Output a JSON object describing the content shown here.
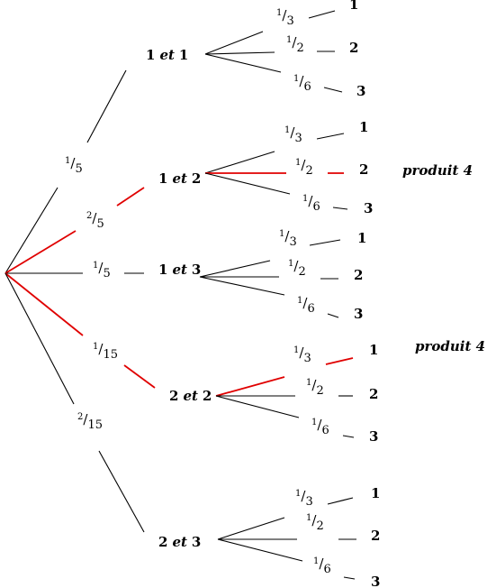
{
  "colors": {
    "line": "#000000",
    "highlight": "#e00000"
  },
  "level1": [
    {
      "prob": {
        "num": "1",
        "den": "5"
      },
      "label": {
        "a": "1",
        "conj": "et",
        "b": "1"
      },
      "highlight": false
    },
    {
      "prob": {
        "num": "2",
        "den": "5"
      },
      "label": {
        "a": "1",
        "conj": "et",
        "b": "2"
      },
      "highlight": true
    },
    {
      "prob": {
        "num": "1",
        "den": "5"
      },
      "label": {
        "a": "1",
        "conj": "et",
        "b": "3"
      },
      "highlight": false
    },
    {
      "prob": {
        "num": "1",
        "den": "15"
      },
      "label": {
        "a": "2",
        "conj": "et",
        "b": "2"
      },
      "highlight": true
    },
    {
      "prob": {
        "num": "2",
        "den": "15"
      },
      "label": {
        "a": "2",
        "conj": "et",
        "b": "3"
      },
      "highlight": false
    }
  ],
  "level2": [
    {
      "branches": [
        {
          "prob": {
            "num": "1",
            "den": "3"
          },
          "outcome": "1",
          "highlight": false
        },
        {
          "prob": {
            "num": "1",
            "den": "2"
          },
          "outcome": "2",
          "highlight": false
        },
        {
          "prob": {
            "num": "1",
            "den": "6"
          },
          "outcome": "3",
          "highlight": false
        }
      ]
    },
    {
      "branches": [
        {
          "prob": {
            "num": "1",
            "den": "3"
          },
          "outcome": "1",
          "highlight": false
        },
        {
          "prob": {
            "num": "1",
            "den": "2"
          },
          "outcome": "2",
          "highlight": true
        },
        {
          "prob": {
            "num": "1",
            "den": "6"
          },
          "outcome": "3",
          "highlight": false
        }
      ]
    },
    {
      "branches": [
        {
          "prob": {
            "num": "1",
            "den": "3"
          },
          "outcome": "1",
          "highlight": false
        },
        {
          "prob": {
            "num": "1",
            "den": "2"
          },
          "outcome": "2",
          "highlight": false
        },
        {
          "prob": {
            "num": "1",
            "den": "6"
          },
          "outcome": "3",
          "highlight": false
        }
      ]
    },
    {
      "branches": [
        {
          "prob": {
            "num": "1",
            "den": "3"
          },
          "outcome": "1",
          "highlight": true
        },
        {
          "prob": {
            "num": "1",
            "den": "2"
          },
          "outcome": "2",
          "highlight": false
        },
        {
          "prob": {
            "num": "1",
            "den": "6"
          },
          "outcome": "3",
          "highlight": false
        }
      ]
    },
    {
      "branches": [
        {
          "prob": {
            "num": "1",
            "den": "3"
          },
          "outcome": "1",
          "highlight": false
        },
        {
          "prob": {
            "num": "1",
            "den": "2"
          },
          "outcome": "2",
          "highlight": false
        },
        {
          "prob": {
            "num": "1",
            "den": "6"
          },
          "outcome": "3",
          "highlight": false
        }
      ]
    }
  ],
  "notes": [
    "produit 4",
    "produit 4"
  ]
}
